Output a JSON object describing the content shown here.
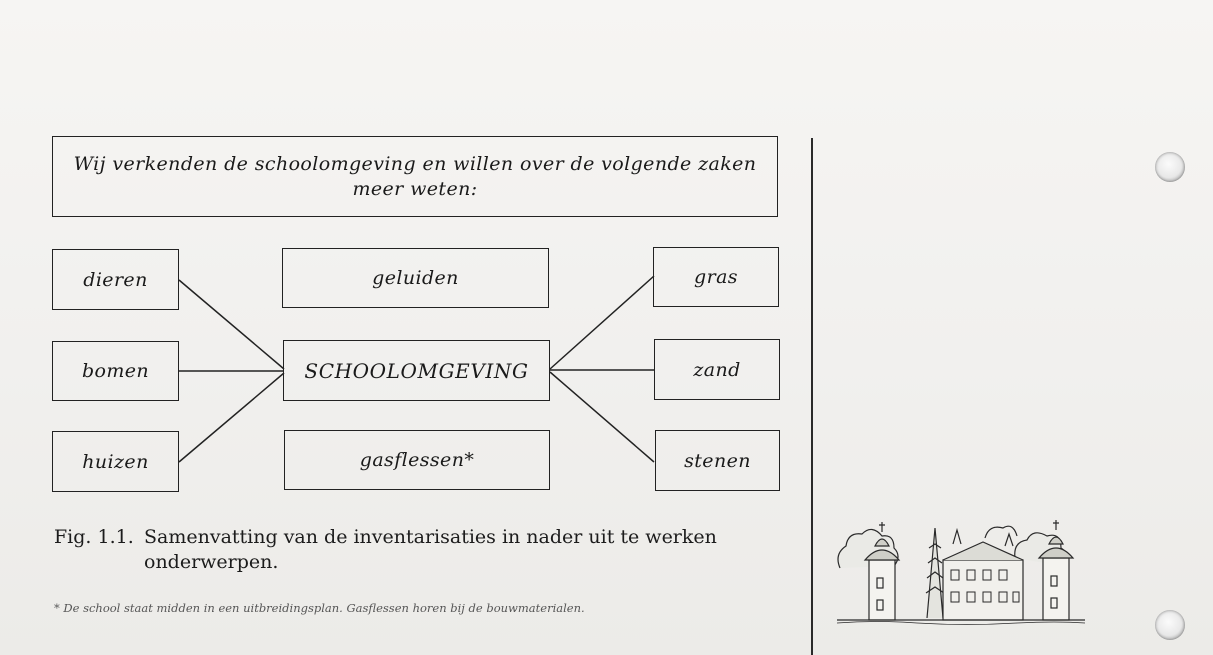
{
  "header": {
    "line1": "Wij verkenden de schoolomgeving en willen over de volgende zaken",
    "line2": "meer weten:"
  },
  "diagram": {
    "center": "SCHOOLOMGEVING",
    "left": [
      "dieren",
      "bomen",
      "huizen"
    ],
    "middle_top": "geluiden",
    "middle_bottom": "gasflessen*",
    "right": [
      "gras",
      "zand",
      "stenen"
    ]
  },
  "caption": {
    "label": "Fig. 1.1.",
    "line1": "Samenvatting van de inventarisaties in nader uit te werken",
    "line2": "onderwerpen."
  },
  "footnote": {
    "text": "*   De school staat midden in een uitbreidingsplan. Gasflessen horen bij de bouwmaterialen."
  },
  "illustration": {
    "icon": "castle-illustration-icon"
  }
}
